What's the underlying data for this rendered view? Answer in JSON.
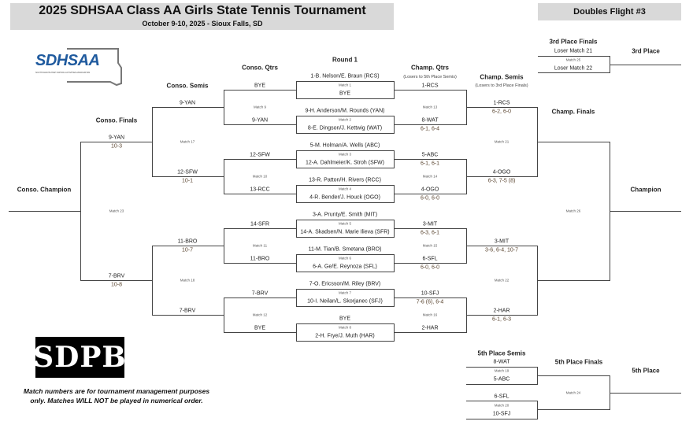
{
  "header": {
    "title": "2025 SDHSAA Class AA Girls State Tennis Tournament",
    "subtitle": "October 9-10, 2025 - Sioux Falls, SD",
    "flight": "Doubles Flight #3"
  },
  "logos": {
    "sdhsaa": "SDHSAA",
    "sdhsaa_tagline": "SOUTH DAKOTA HIGH SCHOOL ACTIVITIES ASSOCIATION",
    "sdpb": "SDPB"
  },
  "footer": {
    "line1": "Match numbers are for tournament management purposes",
    "line2": "only. Matches WILL NOT be played in numerical order."
  },
  "headers": {
    "round1": "Round 1",
    "conso_qtrs": "Conso. Qtrs",
    "champ_qtrs": "Champ. Qtrs",
    "champ_qtrs_note": "(Losers to 5th Place Semis)",
    "champ_semis": "Champ. Semis",
    "champ_semis_note": "(Losers to 3rd Place Finals)",
    "champ_finals": "Champ. Finals",
    "champion": "Champion",
    "conso_semis": "Conso. Semis",
    "conso_finals": "Conso. Finals",
    "conso_champion": "Conso. Champion",
    "third_finals": "3rd Place Finals",
    "third_place": "3rd Place",
    "fifth_semis": "5th Place Semis",
    "fifth_finals": "5th Place Finals",
    "fifth_place": "5th Place"
  },
  "round1": [
    {
      "match": "Match 1",
      "top": "1-B. Nelson/E. Braun (RCS)",
      "bottom": "BYE"
    },
    {
      "match": "Match 2",
      "top": "9-H. Anderson/M. Rounds (YAN)",
      "bottom": "8-E. Dingson/J. Kettwig (WAT)"
    },
    {
      "match": "Match 3",
      "top": "5-M. Holman/A. Wells (ABC)",
      "bottom": "12-A. Dahlmeier/K. Stroh (SFW)"
    },
    {
      "match": "Match 4",
      "top": "13-R. Patton/H. Rivers (RCC)",
      "bottom": "4-R. Bender/J. Houck (OGO)"
    },
    {
      "match": "Match 5",
      "top": "3-A. Prunty/E. Smith (MIT)",
      "bottom": "14-A. Skadsen/N. Marie Ilieva (SFR)"
    },
    {
      "match": "Match 6",
      "top": "11-M. Tian/B. Smetana (BRO)",
      "bottom": "6-A. Ge/E. Reynoza (SFL)"
    },
    {
      "match": "Match 7",
      "top": "7-O. Ericsson/M. Riley (BRV)",
      "bottom": "10-I. Neilan/L. Skorjanec (SFJ)"
    },
    {
      "match": "Match 8",
      "top": "BYE",
      "bottom": "2-H. Frye/J. Muth (HAR)"
    }
  ],
  "champ_qtrs": {
    "matches": [
      "Match 13",
      "Match 14",
      "Match 15",
      "Match 16"
    ],
    "slots": [
      {
        "name": "1-RCS",
        "score": ""
      },
      {
        "name": "8-WAT",
        "score": "6-1, 6-4"
      },
      {
        "name": "5-ABC",
        "score": "6-1, 6-1"
      },
      {
        "name": "4-OGO",
        "score": "6-0, 6-0"
      },
      {
        "name": "3-MIT",
        "score": "6-3, 6-1"
      },
      {
        "name": "6-SFL",
        "score": "6-0, 6-0"
      },
      {
        "name": "10-SFJ",
        "score": "7-6 (6), 6-4"
      },
      {
        "name": "2-HAR",
        "score": ""
      }
    ]
  },
  "champ_semis": {
    "matches": [
      "Match 21",
      "Match 22"
    ],
    "slots": [
      {
        "name": "1-RCS",
        "score": "6-2, 6-0"
      },
      {
        "name": "4-OGO",
        "score": "6-3, 7-5 (8)"
      },
      {
        "name": "3-MIT",
        "score": "3-6, 6-4, 10-7"
      },
      {
        "name": "2-HAR",
        "score": "6-1, 6-3"
      }
    ]
  },
  "champ_finals": {
    "match": "Match 26"
  },
  "conso_qtrs": {
    "matches": [
      "Match 9",
      "Match 10",
      "Match 11",
      "Match 12"
    ],
    "slots": [
      "BYE",
      "9-YAN",
      "12-SFW",
      "13-RCC",
      "14-SFR",
      "11-BRO",
      "7-BRV",
      "BYE"
    ]
  },
  "conso_semis": {
    "matches": [
      "Match 17",
      "Match 18"
    ],
    "slots": [
      {
        "name": "9-YAN",
        "score": ""
      },
      {
        "name": "12-SFW",
        "score": "10-1"
      },
      {
        "name": "11-BRO",
        "score": "10-7"
      },
      {
        "name": "7-BRV",
        "score": ""
      }
    ]
  },
  "conso_finals": {
    "match": "Match 23",
    "slots": [
      {
        "name": "9-YAN",
        "score": "10-3"
      },
      {
        "name": "7-BRV",
        "score": "10-8"
      }
    ]
  },
  "third_place": {
    "match": "Match 25",
    "top": "Loser Match 21",
    "bottom": "Loser Match 22"
  },
  "fifth_place": {
    "semis": [
      {
        "match": "Match 19",
        "top": "8-WAT",
        "bottom": "5-ABC"
      },
      {
        "match": "Match 20",
        "top": "6-SFL",
        "bottom": "10-SFJ"
      }
    ],
    "final_match": "Match 24"
  }
}
